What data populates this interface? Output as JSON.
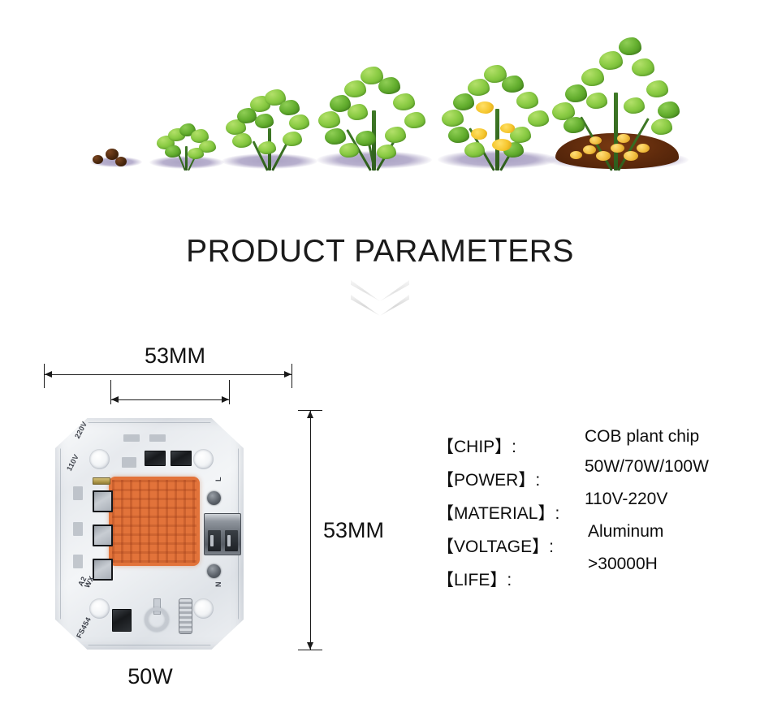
{
  "heading": {
    "title": "PRODUCT PARAMETERS",
    "chevron_icon": "chevron-down-double-icon"
  },
  "banner": {
    "alt": "plant-growth-stages",
    "stages": [
      {
        "name": "seeds",
        "label": ""
      },
      {
        "name": "seedling",
        "label": ""
      },
      {
        "name": "young-plant",
        "label": ""
      },
      {
        "name": "mature-plant",
        "label": ""
      },
      {
        "name": "flowering",
        "label": ""
      },
      {
        "name": "harvest",
        "label": ""
      }
    ]
  },
  "diagram": {
    "width_label": "53MM",
    "height_label": "53MM",
    "wattage_label": "50W",
    "chip_silkscreen": {
      "voltage_220": "220V",
      "voltage_110": "110V",
      "terminal_l": "L",
      "terminal_n": "N",
      "mark_wx": "WX",
      "mark_a2": "A2",
      "part_number": "FS454"
    }
  },
  "specs": {
    "rows": [
      {
        "key": "【CHIP】:",
        "value": "COB plant chip"
      },
      {
        "key": "【POWER】:",
        "value": "50W/70W/100W"
      },
      {
        "key": "【MATERIAL】:",
        "value": "110V-220V"
      },
      {
        "key": "【VOLTAGE】:",
        "value": "Aluminum"
      },
      {
        "key": "【LIFE】:",
        "value": ">30000H"
      }
    ]
  },
  "colors": {
    "background": "#ffffff",
    "text": "#0d0d0d",
    "cob_orange": "#e2733a",
    "leaf_green": "#8ccc45",
    "flower_yellow": "#f5c62e",
    "soil_brown": "#5e2a0c",
    "pcb_silver": "#e7eaee"
  }
}
